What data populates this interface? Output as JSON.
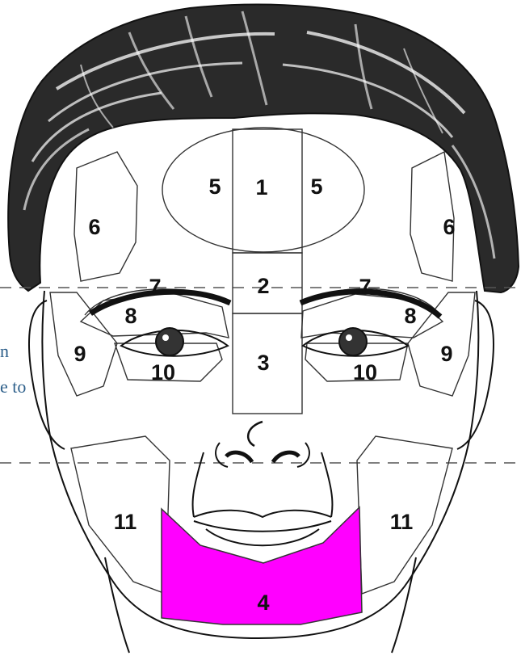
{
  "colors": {
    "highlight": "#ff00ff",
    "ink": "#111111",
    "outline": "#333333",
    "guide": "#555555",
    "side_text": "#2d5f8a"
  },
  "side_text": {
    "line1": "n",
    "line2": "e to"
  },
  "zone_labels": {
    "z1": "1",
    "z2": "2",
    "z3": "3",
    "z4": "4",
    "z5": "5",
    "z6": "6",
    "z7": "7",
    "z8": "8",
    "z9": "9",
    "z10": "10",
    "z11": "11"
  }
}
